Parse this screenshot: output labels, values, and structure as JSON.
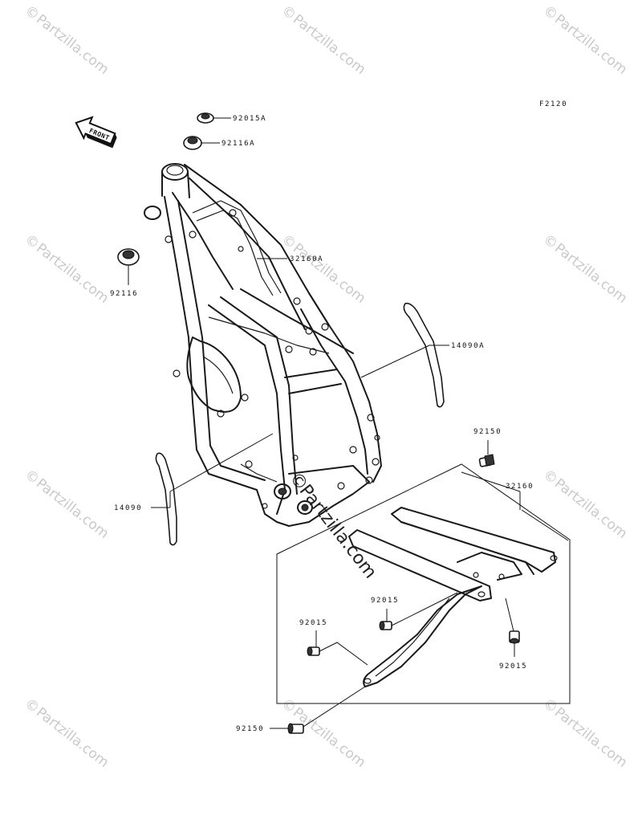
{
  "figure_code": "F2120",
  "front_arrow": {
    "label": "FRONT"
  },
  "watermark": {
    "text": "Partzilla.com",
    "center_text": "Partzilla.com",
    "symbol": "©"
  },
  "callouts": {
    "nut_top": "92015A",
    "bushing_top": "92116A",
    "bushing_left": "92116",
    "main_frame": "32160A",
    "guard_right": "14090A",
    "guard_left": "14090",
    "bolt_upper": "92150",
    "subframe": "32160",
    "bolt_mid": "92015",
    "bolt_left": "92015",
    "bolt_right": "92015",
    "bolt_bottom": "92150"
  }
}
